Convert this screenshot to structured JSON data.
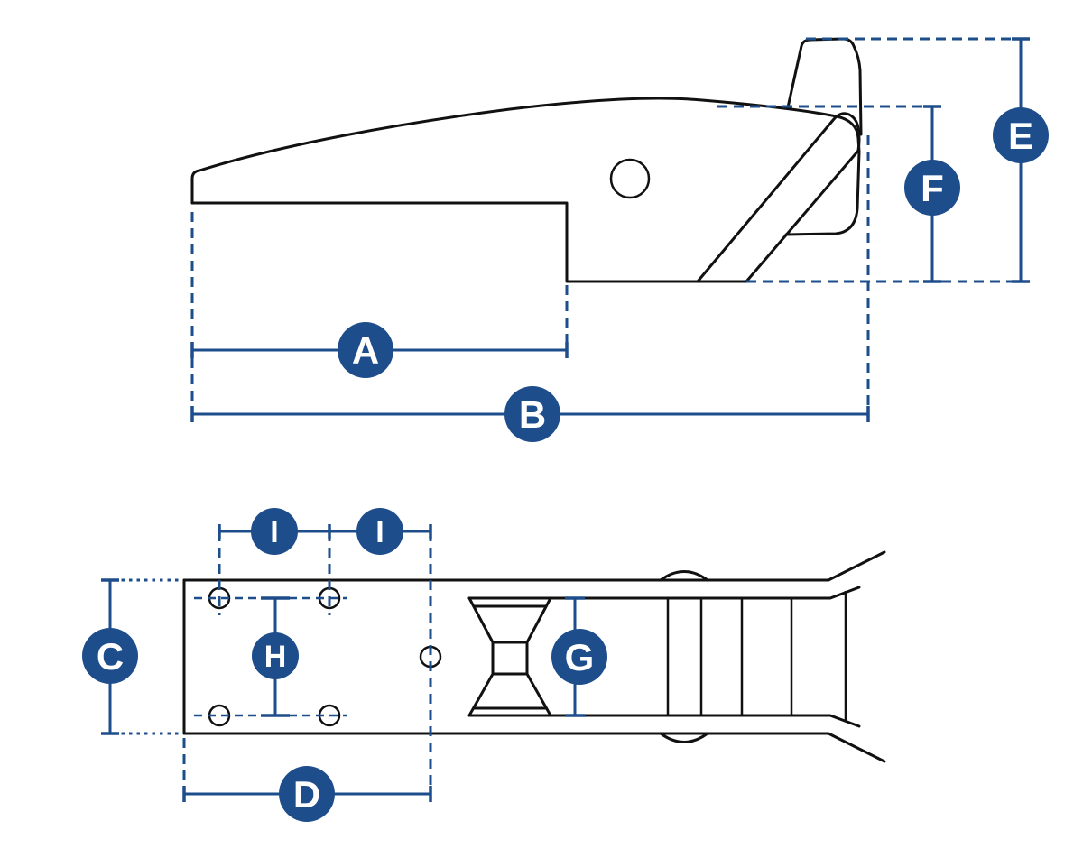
{
  "palette": {
    "dimension_color": "#1e4d8c",
    "drawing_line_color": "#111111",
    "marker_text_color": "#ffffff",
    "background_color": "#ffffff"
  },
  "markers": {
    "a": "A",
    "b": "B",
    "c": "C",
    "d": "D",
    "e": "E",
    "f": "F",
    "g": "G",
    "h": "H",
    "i1": "I",
    "i2": "I"
  }
}
